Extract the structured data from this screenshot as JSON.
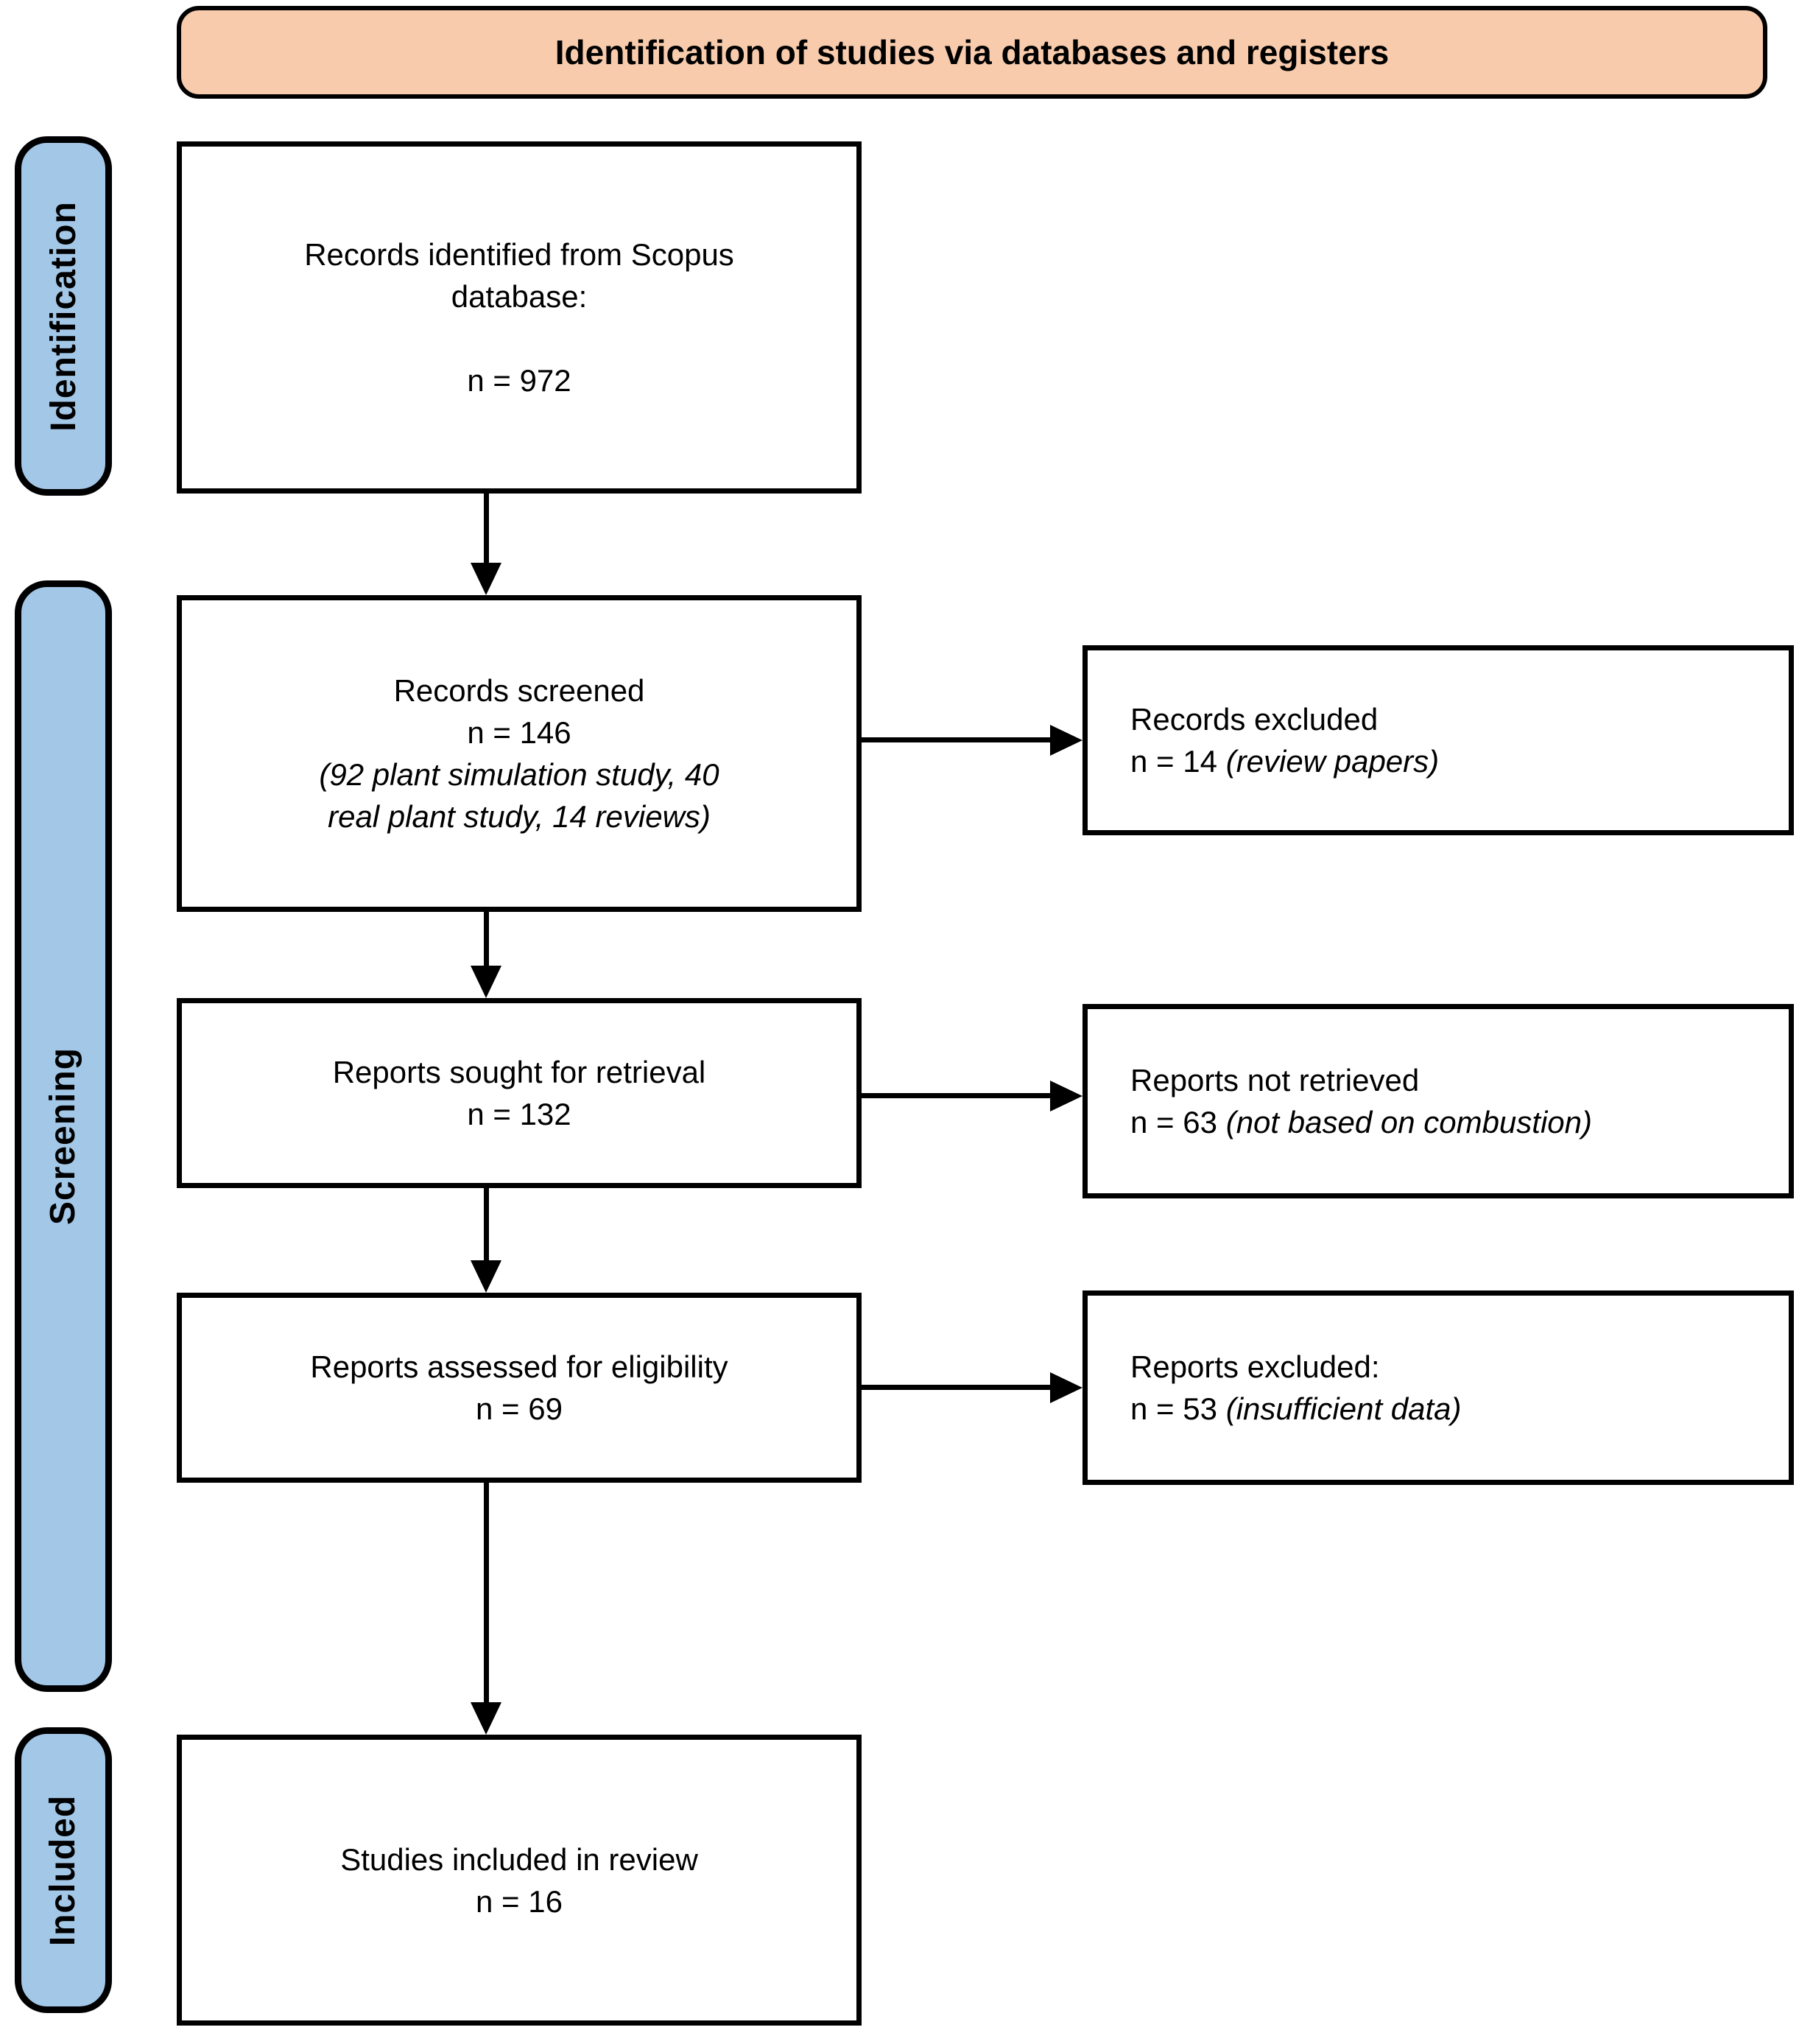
{
  "header": {
    "title": "Identification of studies via databases and registers"
  },
  "colors": {
    "header_bg": "#F7CBAC",
    "stage_bg": "#A3C7E7",
    "line_color": "#000000",
    "box_bg": "#FFFFFF"
  },
  "stages": {
    "identification": "Identification",
    "screening": "Screening",
    "included": "Included"
  },
  "boxes": {
    "records_identified": {
      "line1": "Records identified from Scopus",
      "line2": "database:",
      "count": "n = 972"
    },
    "records_screened": {
      "line1": "Records screened",
      "count": "n = 146",
      "detail1": "(92 plant simulation study, 40",
      "detail2": "real plant study, 14 reviews)"
    },
    "reports_sought": {
      "line1": "Reports sought for retrieval",
      "count": "n = 132"
    },
    "reports_assessed": {
      "line1": "Reports assessed for eligibility",
      "count": "n = 69"
    },
    "studies_included": {
      "line1": "Studies included in review",
      "count": "n = 16"
    }
  },
  "side_boxes": {
    "records_excluded": {
      "title": "Records excluded",
      "count": "n = 14",
      "reason": "(review papers)"
    },
    "reports_not_retrieved": {
      "title": "Reports not retrieved",
      "count": "n = 63",
      "reason": "(not based on combustion)"
    },
    "reports_excluded": {
      "title": "Reports excluded:",
      "count": "n = 53",
      "reason": "(insufficient data)"
    }
  }
}
